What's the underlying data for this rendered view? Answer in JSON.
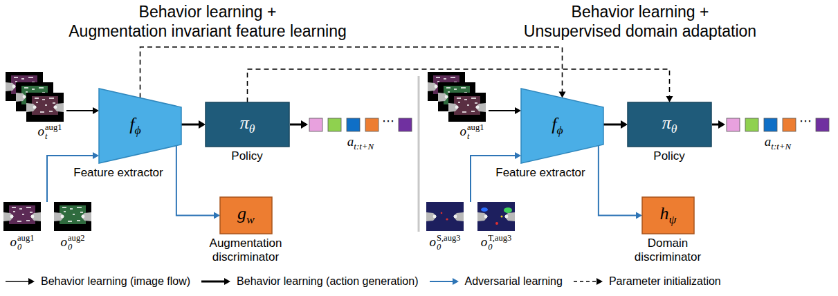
{
  "diagram": {
    "nodes": [
      {
        "text": [
          "fϕ",
          "Feature extractor"
        ]
      },
      {
        "text": [
          "πθ",
          "Policy"
        ]
      },
      {
        "text": [
          "gw",
          "Augmentation discriminator"
        ]
      },
      {
        "text": [
          "fϕ",
          "Feature extractor"
        ]
      },
      {
        "text": [
          "πθ",
          "Policy"
        ]
      },
      {
        "text": [
          "hψ",
          "Domain discriminator"
        ]
      }
    ],
    "edges": [
      {
        "from": 0,
        "to": 1,
        "arrow": "to"
      },
      {
        "from": 0,
        "to": 2,
        "arrow": "to"
      },
      {
        "from": 3,
        "to": 4,
        "arrow": "to"
      },
      {
        "from": 3,
        "to": 5,
        "arrow": "to"
      },
      {
        "from": 0,
        "to": 3,
        "arrow": "to"
      },
      {
        "from": 1,
        "to": 4,
        "arrow": "to"
      }
    ],
    "labels": [
      "Behavior learning +",
      "Augmentation invariant feature learning",
      "Behavior learning +",
      "Unsupervised domain adaptation",
      "otaug1",
      "⋯",
      "at:t+N",
      "o0aug1",
      "o0aug2",
      "otaug1",
      "⋯",
      "at:t+N",
      "o0S,aug3",
      "o0T,aug3"
    ],
    "legend": [
      {
        "text": "Behavior learning (image flow)"
      },
      {
        "text": "Behavior learning (action generation)"
      },
      {
        "text": "Adversarial learning"
      },
      {
        "text": "Parameter initialization"
      }
    ]
  }
}
